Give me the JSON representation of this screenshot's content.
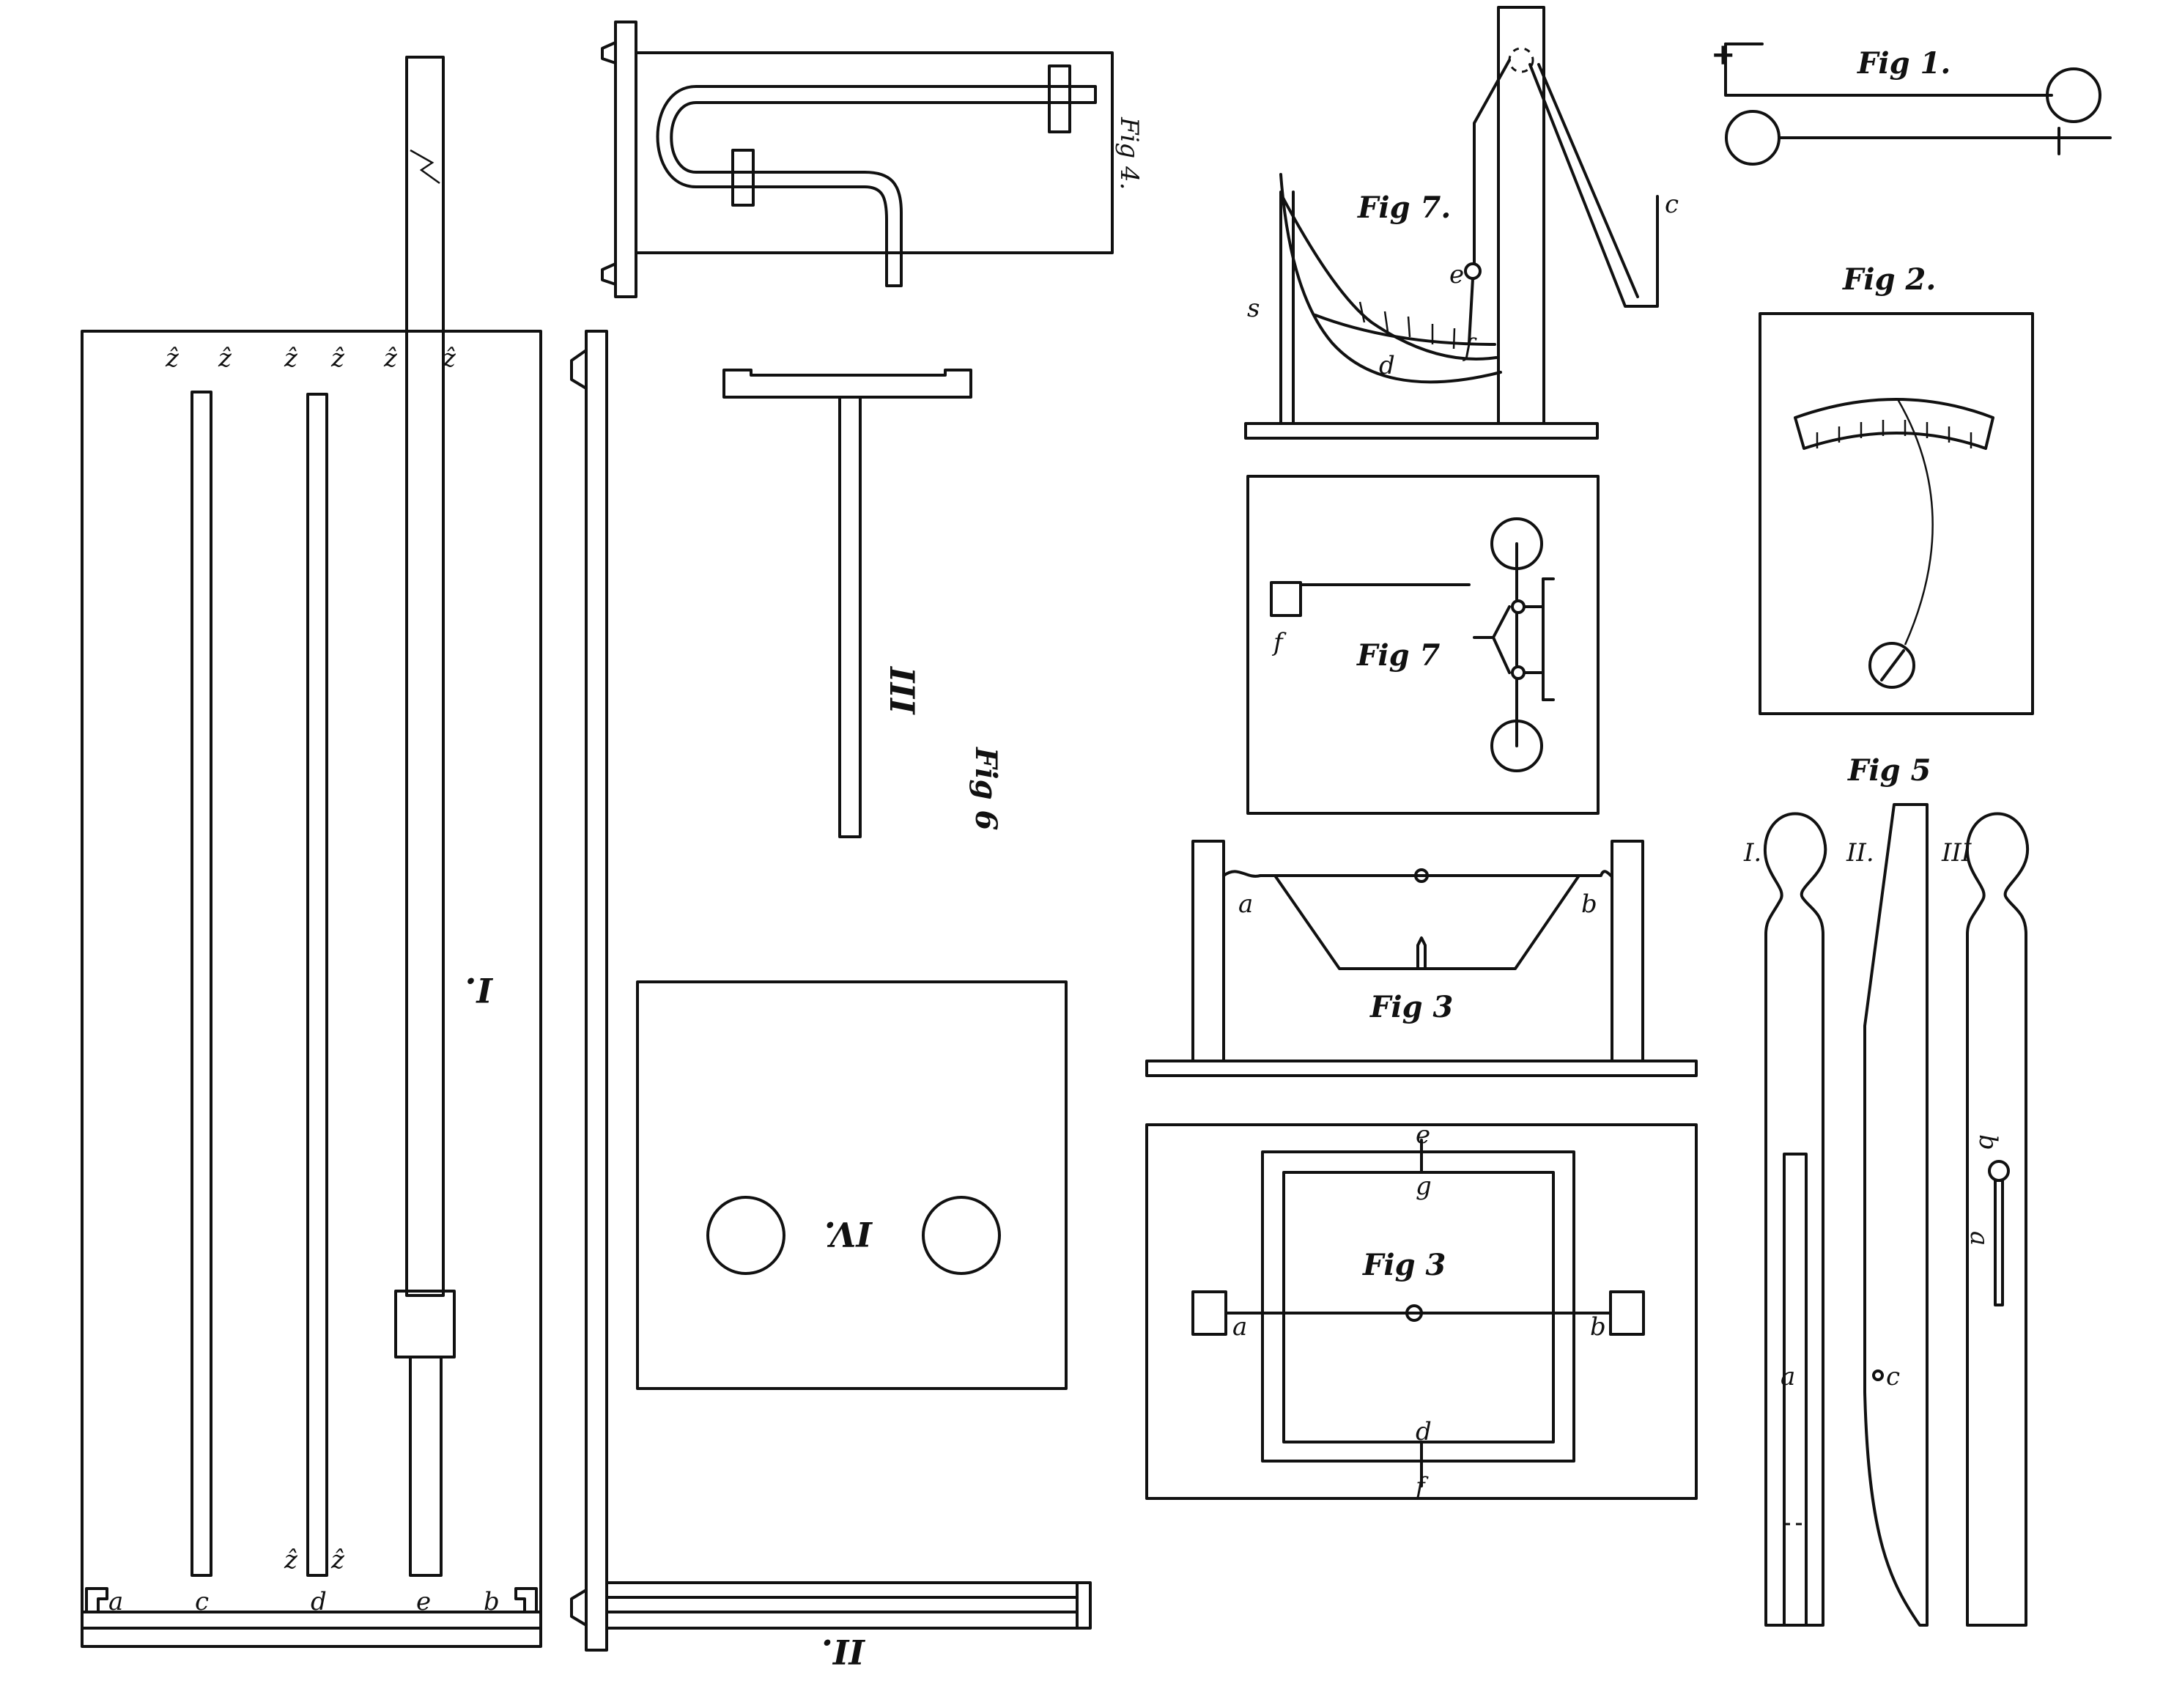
{
  "figures": {
    "fig1": {
      "title": "Fig 1."
    },
    "fig2": {
      "title": "Fig 2."
    },
    "fig3": {
      "title": "Fig 3"
    },
    "fig3_plan": {
      "title": "Fig 3"
    },
    "fig4": {
      "title": "Fig 4."
    },
    "fig5": {
      "title": "Fig 5"
    },
    "fig6": {
      "title": "Fig 6"
    },
    "fig7_side": {
      "title": "Fig 7."
    },
    "fig7_plan": {
      "title": "Fig 7"
    }
  },
  "roman": {
    "panel_I": "I.",
    "panel_II": "II.",
    "panel_III": "III",
    "panel_IV": "IV.",
    "fig5_I": "I.",
    "fig5_II": "II.",
    "fig5_III": "III"
  },
  "labels": {
    "a": "a",
    "b": "b",
    "c": "c",
    "d": "d",
    "e": "e",
    "f": "f",
    "g": "g",
    "s": "s",
    "plus": "+"
  }
}
